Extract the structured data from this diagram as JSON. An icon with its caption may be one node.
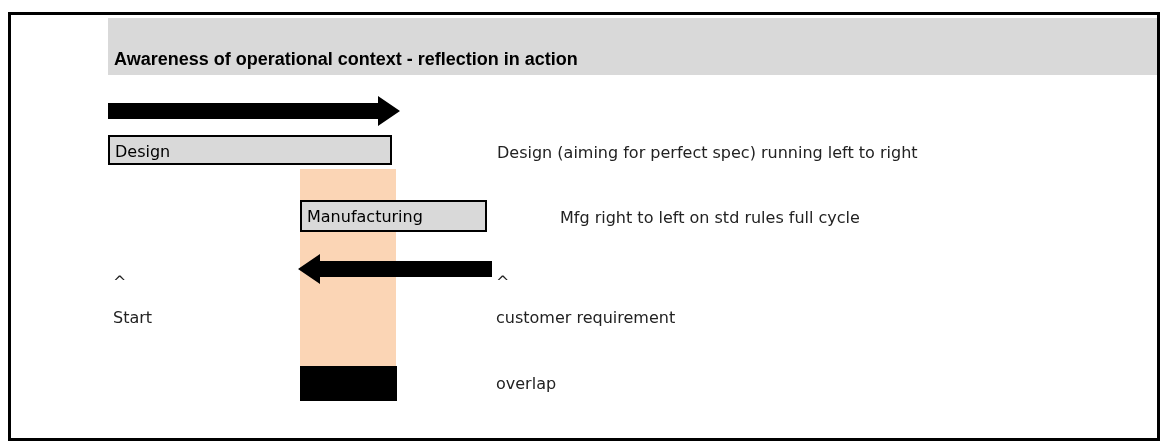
{
  "diagram": {
    "title": "Awareness of operational context - reflection in action",
    "nodes": [
      {
        "text": [
          "Design"
        ]
      },
      {
        "text": [
          "Manufacturing"
        ]
      },
      {
        "text": [],
        "shape": "bar"
      }
    ],
    "edges": [],
    "labels": [
      "Design (aiming for perfect spec) running left to right",
      "Mfg right to left on std rules full cycle",
      "^",
      "Start",
      "^",
      "customer requirement"
    ],
    "legend": [
      {
        "text": "overlap",
        "color": "#000000"
      }
    ]
  }
}
